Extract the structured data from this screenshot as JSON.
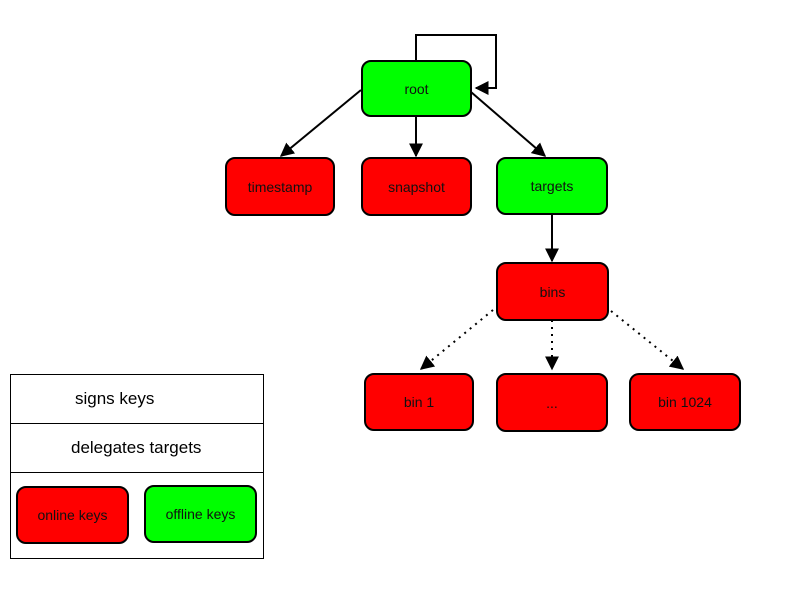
{
  "colors": {
    "online": "#ff0000",
    "offline": "#00ff00",
    "stroke": "#000000"
  },
  "nodes": {
    "root": "root",
    "timestamp": "timestamp",
    "snapshot": "snapshot",
    "targets": "targets",
    "bins": "bins",
    "bin1": "bin 1",
    "ellipsis": "...",
    "bin1024": "bin 1024"
  },
  "legend": {
    "signs": "signs keys",
    "delegates": "delegates targets",
    "online": "online keys",
    "offline": "offline keys"
  }
}
